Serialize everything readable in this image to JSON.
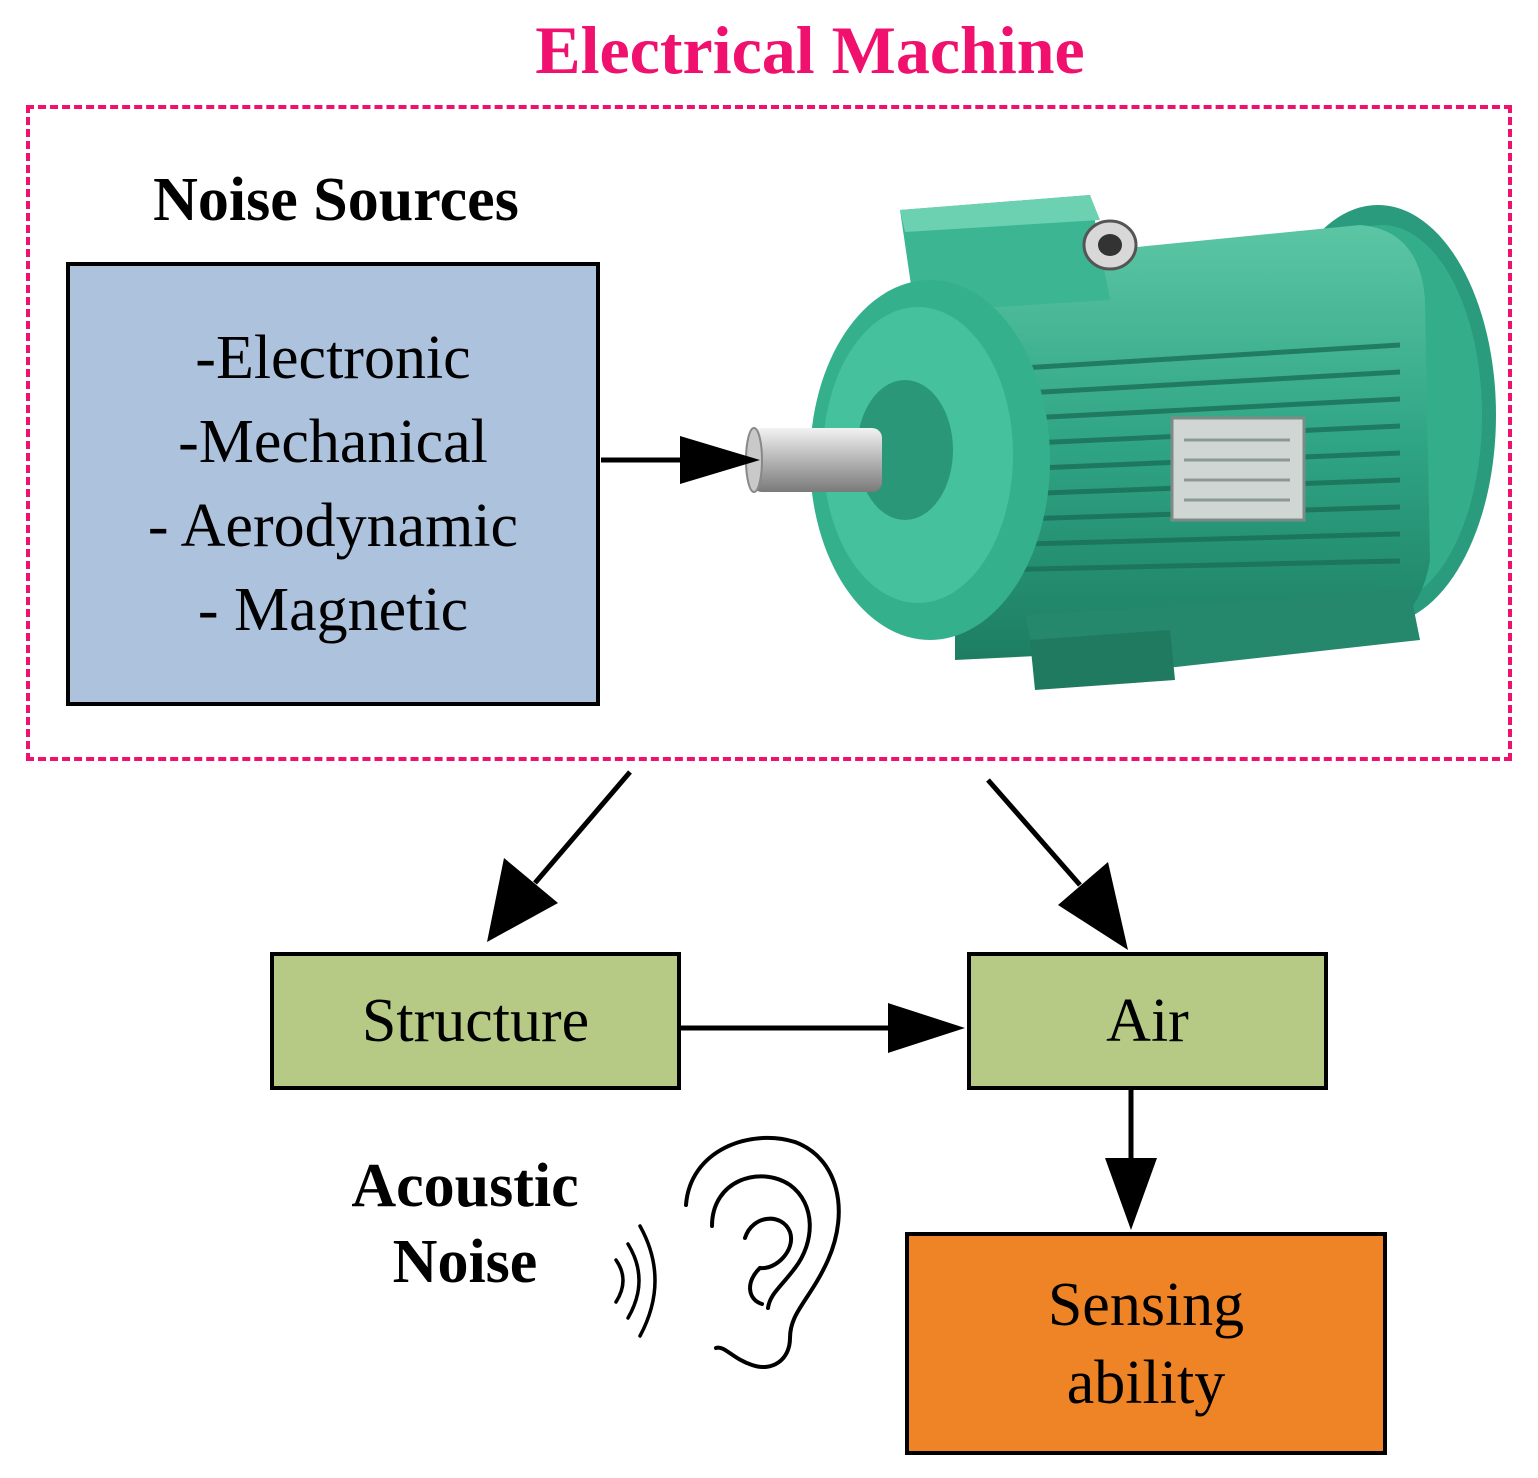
{
  "diagram": {
    "machine_title": "Electrical Machine",
    "noise_sources": {
      "heading": "Noise Sources",
      "items": [
        "-Electronic",
        "-Mechanical",
        "- Aerodynamic",
        "- Magnetic"
      ]
    },
    "nodes": {
      "structure": "Structure",
      "air": "Air",
      "sensing": [
        "Sensing",
        "ability"
      ]
    },
    "acoustic_label": [
      "Acoustic",
      "Noise"
    ],
    "colors": {
      "machine_frame": "#f0106e",
      "noise_sources_box": "#adc2dd",
      "transfer_nodes": "#b6ca85",
      "sensing_node": "#ef8427",
      "motor_body": "#2fa585"
    },
    "icons": [
      "electric-motor-icon",
      "ear-icon",
      "sound-waves-icon"
    ]
  }
}
